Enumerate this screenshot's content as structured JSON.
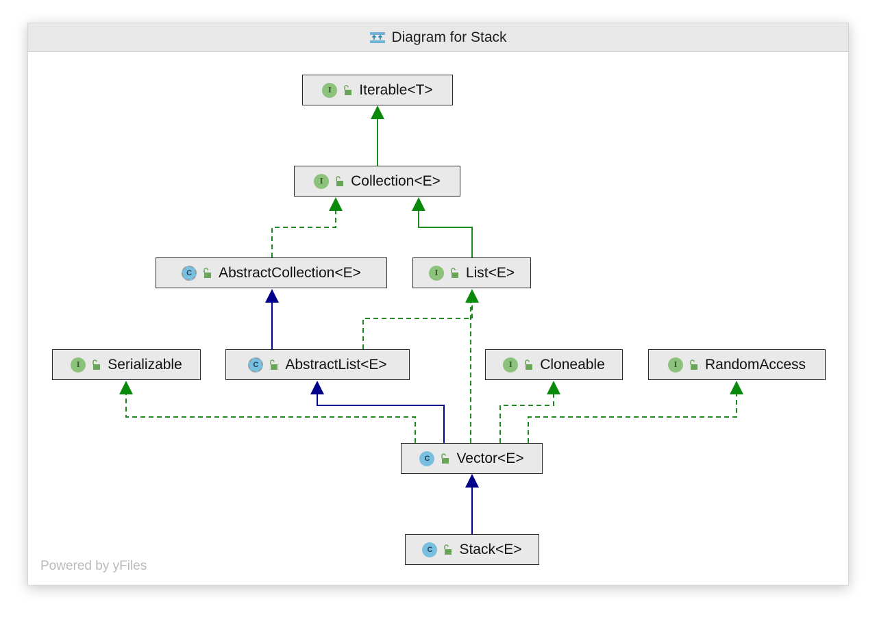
{
  "window": {
    "title": "Diagram for Stack"
  },
  "watermark": "Powered by yFiles",
  "icons": {
    "title": "diagram-icon",
    "interface_badge": "I",
    "class_badge": "C",
    "lock": "unlocked-lock-icon"
  },
  "colors": {
    "implements": "#1b8c1b",
    "extends": "#00008b",
    "node_fill": "#e9e9e9",
    "node_border": "#2b2b2b"
  },
  "nodes": [
    {
      "id": "iterable",
      "label": "Iterable<T>",
      "kind": "interface"
    },
    {
      "id": "collection",
      "label": "Collection<E>",
      "kind": "interface"
    },
    {
      "id": "abstractcollection",
      "label": "AbstractCollection<E>",
      "kind": "abstract-class"
    },
    {
      "id": "list",
      "label": "List<E>",
      "kind": "interface"
    },
    {
      "id": "serializable",
      "label": "Serializable",
      "kind": "interface"
    },
    {
      "id": "abstractlist",
      "label": "AbstractList<E>",
      "kind": "abstract-class"
    },
    {
      "id": "cloneable",
      "label": "Cloneable",
      "kind": "interface"
    },
    {
      "id": "randomaccess",
      "label": "RandomAccess",
      "kind": "interface"
    },
    {
      "id": "vector",
      "label": "Vector<E>",
      "kind": "class"
    },
    {
      "id": "stack",
      "label": "Stack<E>",
      "kind": "class"
    }
  ],
  "edges": [
    {
      "from": "collection",
      "to": "iterable",
      "type": "extends-interface"
    },
    {
      "from": "abstractcollection",
      "to": "collection",
      "type": "implements"
    },
    {
      "from": "list",
      "to": "collection",
      "type": "extends-interface"
    },
    {
      "from": "abstractlist",
      "to": "abstractcollection",
      "type": "extends"
    },
    {
      "from": "abstractlist",
      "to": "list",
      "type": "implements"
    },
    {
      "from": "vector",
      "to": "list",
      "type": "implements"
    },
    {
      "from": "vector",
      "to": "serializable",
      "type": "implements"
    },
    {
      "from": "vector",
      "to": "abstractlist",
      "type": "extends"
    },
    {
      "from": "vector",
      "to": "cloneable",
      "type": "implements"
    },
    {
      "from": "vector",
      "to": "randomaccess",
      "type": "implements"
    },
    {
      "from": "stack",
      "to": "vector",
      "type": "extends"
    }
  ]
}
